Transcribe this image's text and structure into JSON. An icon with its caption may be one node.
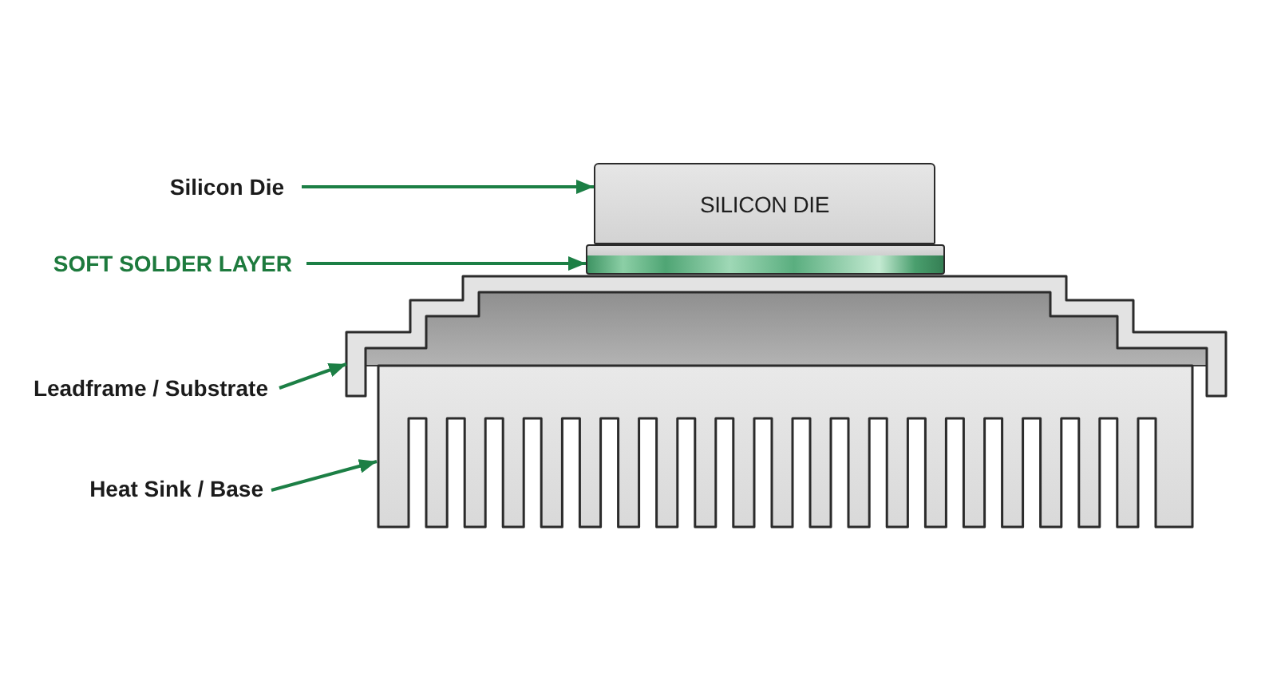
{
  "diagram": {
    "nodes": [
      {
        "text": [
          "Silicon Die"
        ]
      },
      {
        "text": [
          "SILICON DIE"
        ]
      },
      {
        "text": [
          "SOFT SOLDER LAYER"
        ]
      },
      {
        "text": [],
        "shape": "bar"
      },
      {
        "text": [
          "Leadframe / Substrate"
        ]
      },
      {
        "text": [],
        "shape": "picture"
      },
      {
        "text": [
          "Heat Sink / Base"
        ]
      },
      {
        "text": [],
        "shape": "picture"
      }
    ],
    "edges": [
      {
        "from": 0,
        "to": 1,
        "arrow": "to"
      },
      {
        "from": 2,
        "to": 3,
        "arrow": "to"
      },
      {
        "from": 4,
        "to": 5,
        "arrow": "to"
      },
      {
        "from": 6,
        "to": 7,
        "arrow": "to"
      }
    ]
  }
}
